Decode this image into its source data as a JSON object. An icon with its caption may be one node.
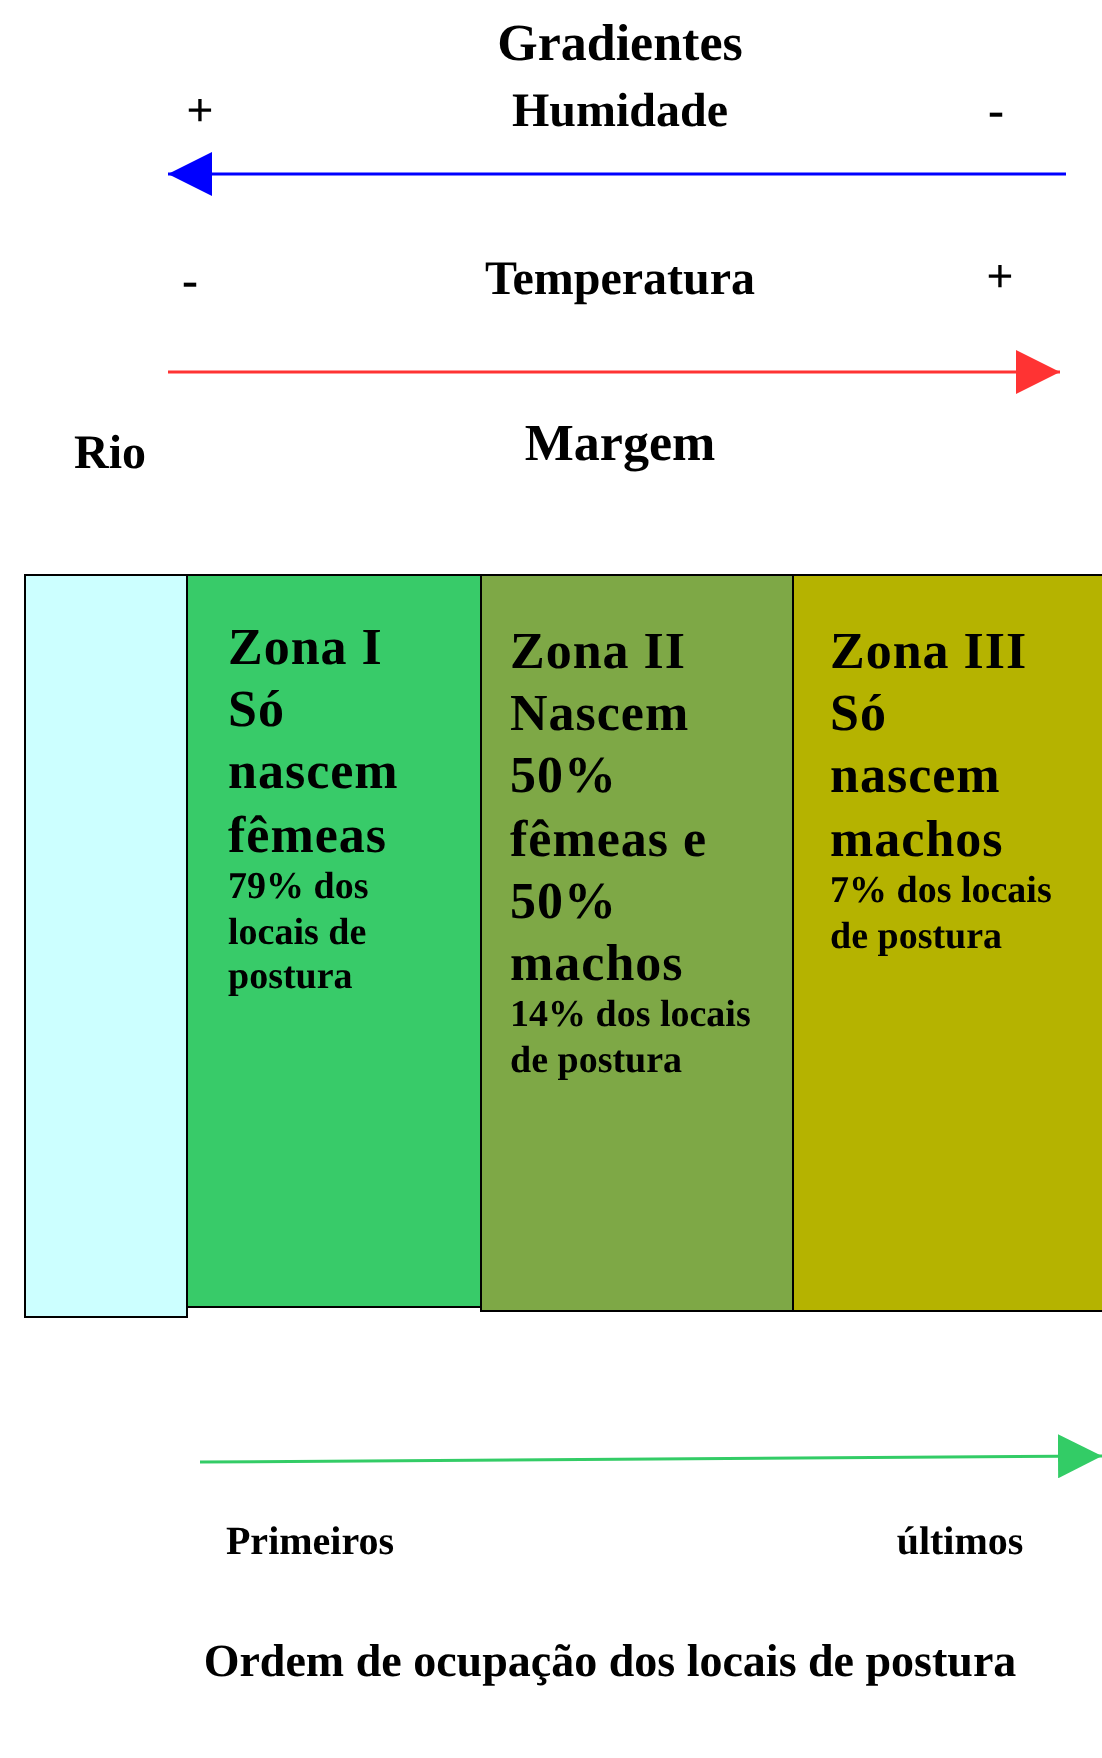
{
  "diagram": {
    "nodes": [
      {
        "text": [],
        "shape": "box"
      },
      {
        "text": [
          "Zona I",
          "Só nascem fêmeas",
          "79% dos locais de postura"
        ]
      },
      {
        "text": [
          "Zona II",
          "Nascem 50% fêmeas e 50% machos",
          "14% dos locais de postura"
        ]
      },
      {
        "text": [
          "Zona III",
          "Só nascem machos",
          "7% dos locais de postura"
        ]
      }
    ],
    "labels": [
      "Gradientes",
      "+",
      "Humidade",
      "-",
      "-",
      "Temperatura",
      "+",
      "Rio",
      "Margem",
      "Primeiros",
      "últimos",
      "Ordem de ocupação dos locais de postura"
    ]
  }
}
